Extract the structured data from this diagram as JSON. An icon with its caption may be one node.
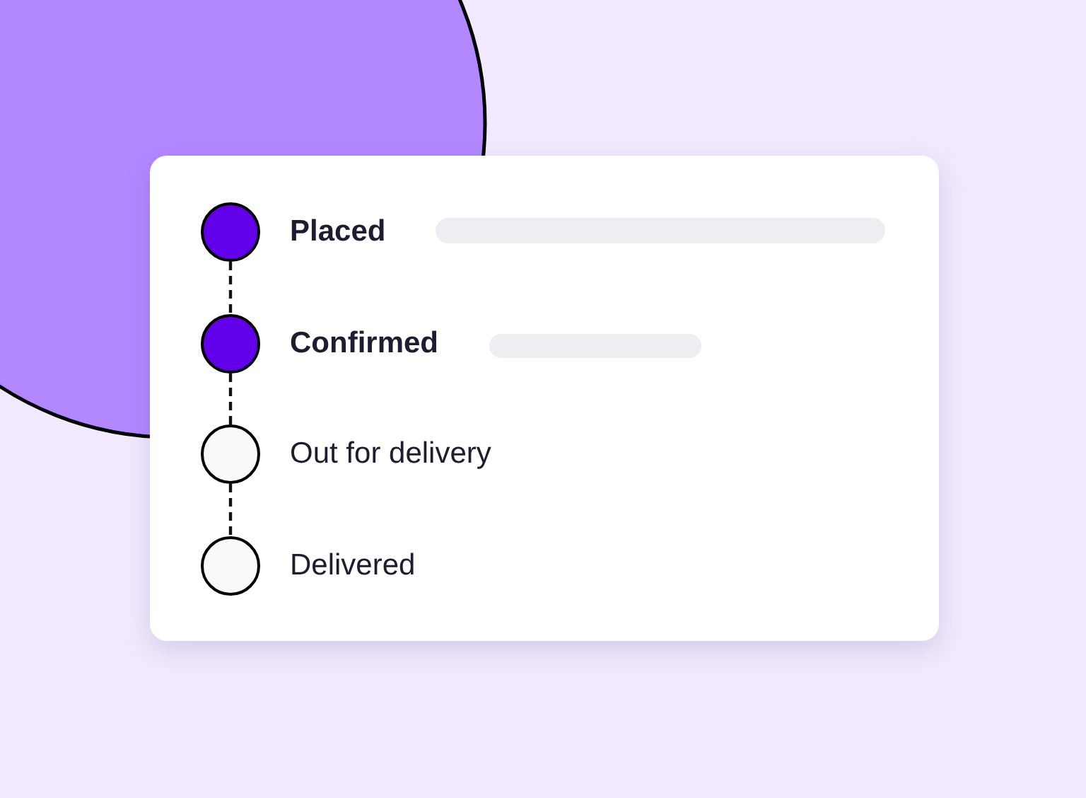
{
  "diagram": {
    "nodes": [
      {
        "text": [],
        "shape": "box"
      },
      {
        "text": [],
        "shape": "circle",
        "in": 0,
        "beside": [
          "Placed"
        ]
      },
      {
        "text": [],
        "shape": "circle",
        "in": 0,
        "beside": [
          "Confirmed"
        ]
      },
      {
        "text": [],
        "shape": "circle",
        "in": 0,
        "beside": [
          "Out for delivery"
        ]
      },
      {
        "text": [],
        "shape": "circle",
        "in": 0,
        "beside": [
          "Delivered"
        ]
      }
    ],
    "edges": [
      {
        "from": 1,
        "to": 2,
        "arrow": "none",
        "style": "dashed"
      },
      {
        "from": 2,
        "to": 3,
        "arrow": "none",
        "style": "dashed"
      },
      {
        "from": 3,
        "to": 4,
        "arrow": "none",
        "style": "dashed"
      }
    ]
  }
}
